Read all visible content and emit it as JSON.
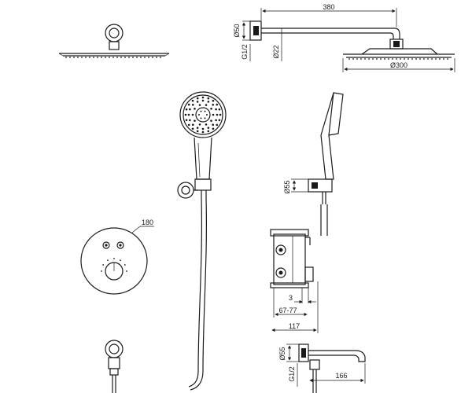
{
  "dimensions": {
    "arm_length": "380",
    "flange_diameter": "Ø50",
    "thread_top": "G1/2",
    "pipe_diameter": "Ø22",
    "head_diameter": "Ø300",
    "holder_diameter": "Ø55",
    "plate_diameter": "180",
    "cover_gap": "3",
    "depth_range": "67-77",
    "total_depth": "117",
    "spout_flange_diameter": "Ø55",
    "thread_bottom": "G1/2",
    "spout_length": "166"
  }
}
